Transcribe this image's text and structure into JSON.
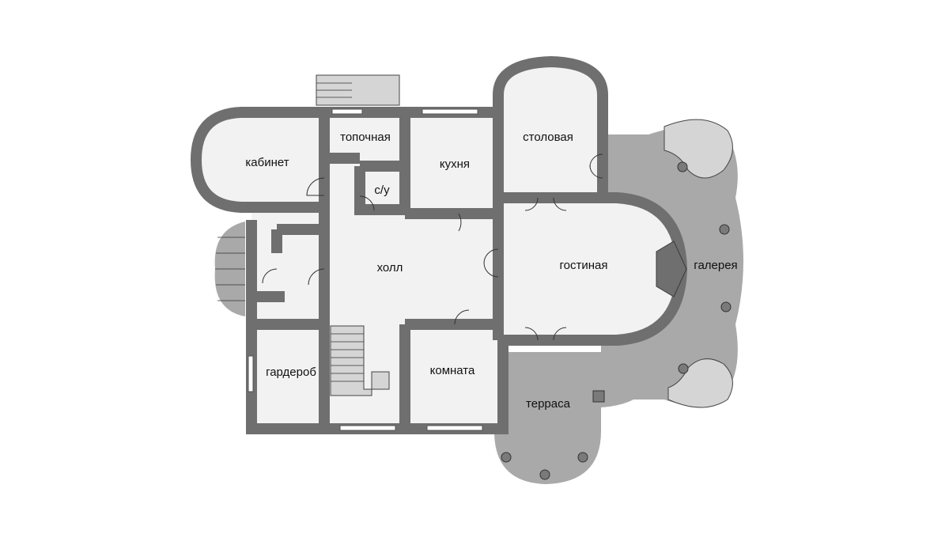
{
  "rooms": {
    "kabinet": "кабинет",
    "topochnaya": "топочная",
    "kukhnya": "кухня",
    "stolovaya": "столовая",
    "su": "с/у",
    "kholl": "холл",
    "gostinaya": "гостиная",
    "galereya": "галерея",
    "garderob": "гардероб",
    "komnata": "комната",
    "terrasa": "терраса"
  }
}
